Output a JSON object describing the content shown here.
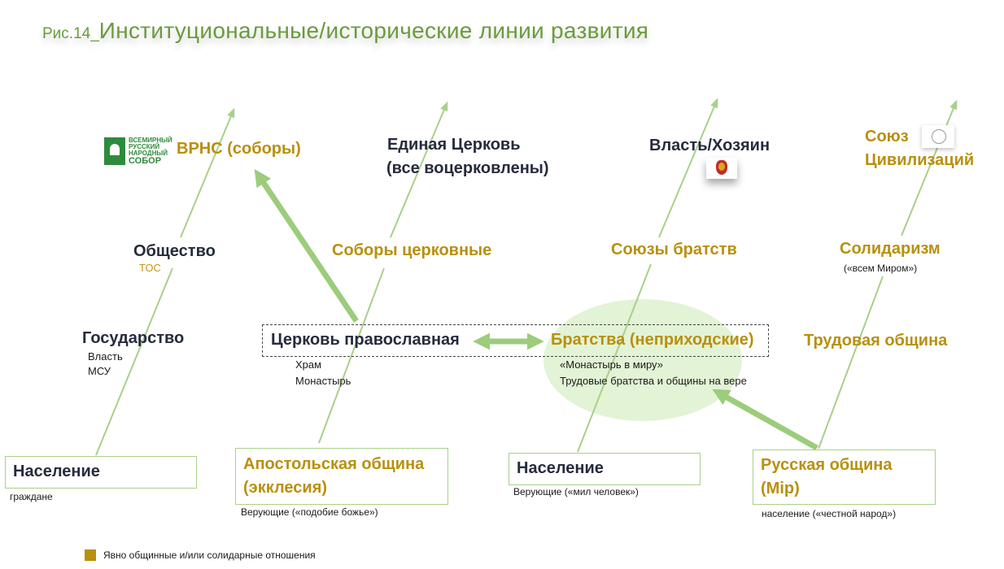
{
  "title": {
    "prefix": "Рис.14_",
    "main": "Институциональные/исторические линии развития"
  },
  "logos": {
    "vrns": {
      "line1": "ВСЕМИРНЫЙ",
      "line2": "РУССКИЙ",
      "line3": "НАРОДНЫЙ",
      "line4": "СОБОР"
    }
  },
  "col1": {
    "top": "ВРНС (соборы)",
    "mid": "Общество",
    "mid_sub": "ТОС",
    "low": "Государство",
    "low_sub1": "Власть",
    "low_sub2": "МСУ",
    "base": "Население",
    "base_sub": "граждане"
  },
  "col2": {
    "top1": "Единая Церковь",
    "top2": "(все воцерковлены)",
    "mid": "Соборы церковные",
    "low": "Церковь православная",
    "low_sub1": "Храм",
    "low_sub2": "Монастырь",
    "base1": "Апостольская община",
    "base2": "(экклесия)",
    "base_sub": "Верующие («подобие божье»)"
  },
  "col3": {
    "top": "Власть/Хозяин",
    "mid": "Союзы братств",
    "low": "Братства (неприходские)",
    "low_sub1": "«Монастырь в миру»",
    "low_sub2": "Трудовые братства и общины на вере",
    "base": "Население",
    "base_sub": "Верующие («мил человек»)"
  },
  "col4": {
    "top1": "Союз",
    "top2": "Цивилизаций",
    "mid": "Солидаризм",
    "mid_sub": "(«всем Миром»)",
    "low": "Трудовая община",
    "base1": "Русская община",
    "base2": "(Mip)",
    "base_sub": "население («честной народ»)"
  },
  "legend": {
    "text": "Явно общинные  и/или солидарные отношения",
    "color": "#b8900e"
  },
  "colors": {
    "line": "#a8d08a",
    "arrow": "#9ccc7c",
    "gold": "#b8900e",
    "dark": "#262b3d"
  }
}
